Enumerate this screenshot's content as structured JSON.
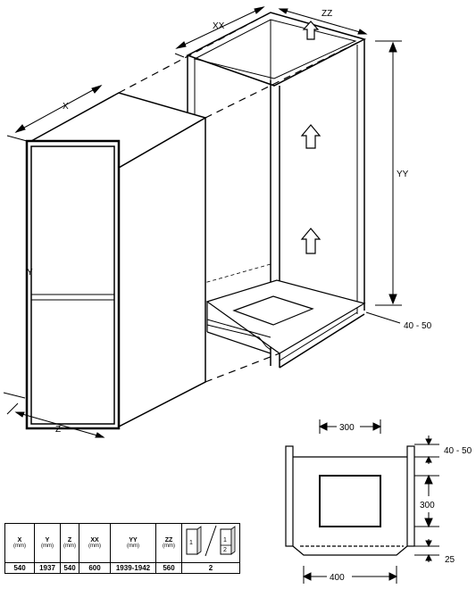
{
  "dimensions": {
    "x": "X",
    "y": "Y",
    "z": "Z",
    "xx": "XX",
    "yy": "YY",
    "zz": "ZZ",
    "gap": "40 - 50"
  },
  "opening": {
    "top_width": "300",
    "top_gap": "40 - 50",
    "height": "300",
    "bottom_gap": "25",
    "bottom_width": "400"
  },
  "table": {
    "unit": "(mm)",
    "headers": [
      "X",
      "Y",
      "Z",
      "XX",
      "YY",
      "ZZ"
    ],
    "values": [
      "540",
      "1937",
      "540",
      "600",
      "1939-1942",
      "560"
    ],
    "last_value": "2",
    "icon_labels": [
      "1",
      "1",
      "2"
    ]
  }
}
